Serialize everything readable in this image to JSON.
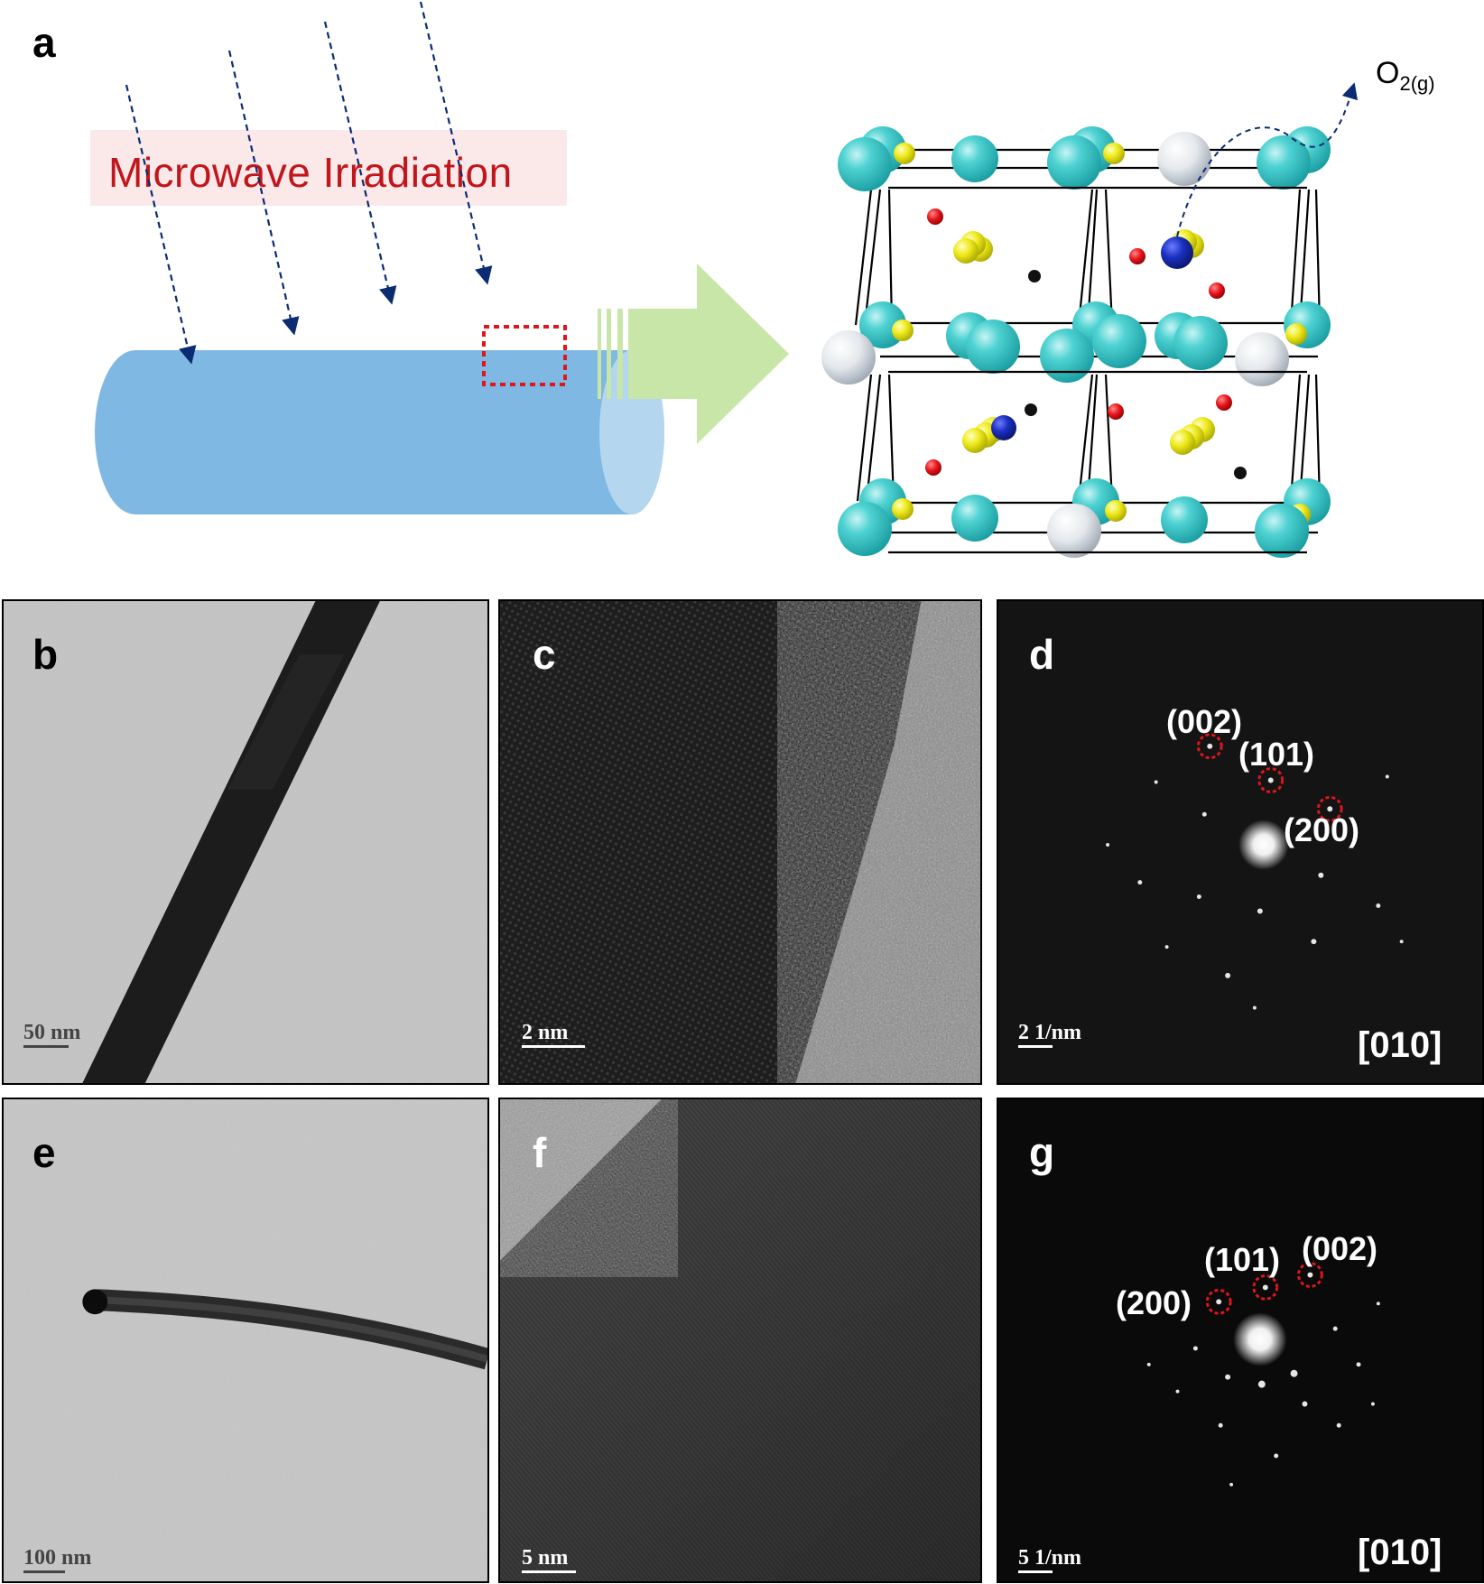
{
  "panel_a": {
    "label": "a",
    "banner": "Microwave Irradiation",
    "gas_main": "O",
    "gas_sub": "2(g)"
  },
  "panels": {
    "b": {
      "label": "b",
      "scale": "50 nm"
    },
    "c": {
      "label": "c",
      "scale": "2 nm"
    },
    "d": {
      "label": "d",
      "scale": "2 1/nm",
      "zone": "[010]",
      "spots": [
        "(002)",
        "(101)",
        "(200)"
      ]
    },
    "e": {
      "label": "e",
      "scale": "100 nm"
    },
    "f": {
      "label": "f",
      "scale": "5 nm"
    },
    "g": {
      "label": "g",
      "scale": "5 1/nm",
      "zone": "[010]",
      "spots": [
        "(101)",
        "(002)",
        "(200)"
      ]
    }
  },
  "colors": {
    "rod": "#7fb8e2",
    "rod_cap": "#b4d6ee",
    "banner_bg": "#fbe9ea",
    "banner_text": "#c0161c",
    "arrow_fill": "#c8e6a8",
    "ray": "#0b2b73",
    "atom_cyan": "#35c4c4",
    "atom_white": "#e4e8ec",
    "atom_blue": "#1a2fc0",
    "atom_yellow": "#eeea1c",
    "atom_red": "#e8141a",
    "atom_black": "#111111",
    "marker_red": "#e0161c"
  }
}
